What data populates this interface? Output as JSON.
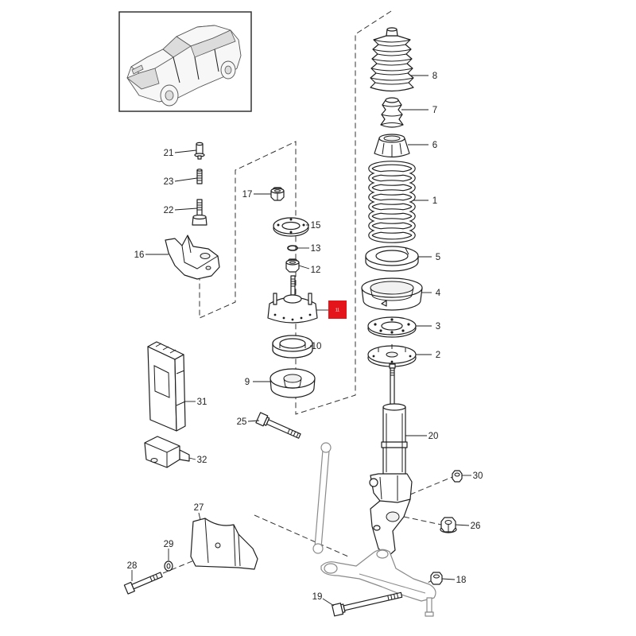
{
  "diagram": {
    "callouts": {
      "c1": "1",
      "c2": "2",
      "c3": "3",
      "c4": "4",
      "c5": "5",
      "c6": "6",
      "c7": "7",
      "c8": "8",
      "c9": "9",
      "c10": "10",
      "c11": "11",
      "c12": "12",
      "c13": "13",
      "c15": "15",
      "c16": "16",
      "c17": "17",
      "c18": "18",
      "c19": "19",
      "c20": "20",
      "c21": "21",
      "c22": "22",
      "c23": "23",
      "c25": "25",
      "c26": "26",
      "c27": "27",
      "c28": "28",
      "c29": "29",
      "c30": "30",
      "c31": "31",
      "c32": "32"
    },
    "colors": {
      "highlight": "#e4161b",
      "highlight_text": "#ffffff",
      "line": "#1e1e1e",
      "context_line": "#8a8a8a",
      "background": "#ffffff"
    }
  }
}
